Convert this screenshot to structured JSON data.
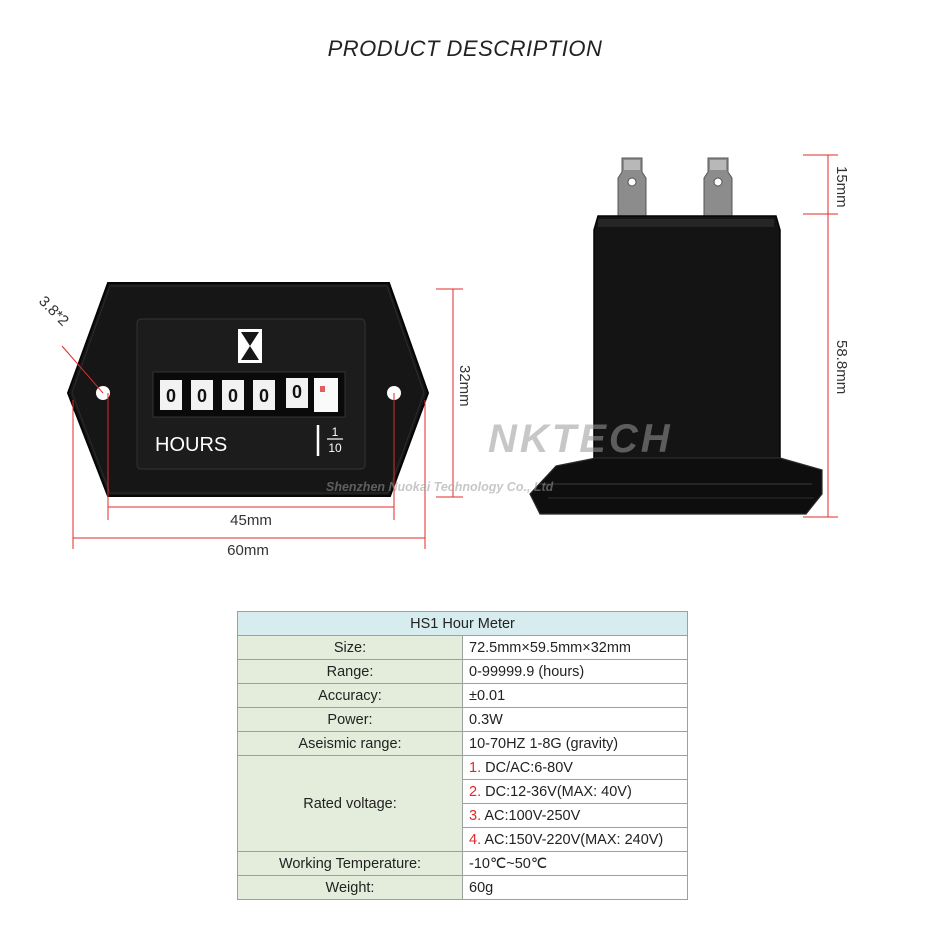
{
  "page": {
    "title": "PRODUCT DESCRIPTION"
  },
  "front": {
    "hole_label": "3.8*2",
    "height_label": "32mm",
    "hole_spacing_label": "45mm",
    "width_label": "60mm",
    "meter_label": "HOURS",
    "fraction_top": "1",
    "fraction_bottom": "10",
    "digits": [
      "0",
      "0",
      "0",
      "0",
      "0"
    ]
  },
  "side": {
    "terminal_label": "15mm",
    "body_label": "58.8mm",
    "watermark": "NKTECH",
    "watermark_sub": "Shenzhen Nuokai Technology Co., Ltd"
  },
  "spec_table": {
    "title": "HS1 Hour Meter",
    "rows": [
      {
        "label": "Size:",
        "value": "72.5mm×59.5mm×32mm"
      },
      {
        "label": "Range:",
        "value": "0-99999.9 (hours)"
      },
      {
        "label": "Accuracy:",
        "value": "±0.01"
      },
      {
        "label": "Power:",
        "value": "0.3W"
      },
      {
        "label": "Aseismic range:",
        "value": "10-70HZ 1-8G (gravity)"
      }
    ],
    "voltage": {
      "label": "Rated voltage:",
      "items": [
        {
          "num": "1.",
          "text": "DC/AC:6-80V"
        },
        {
          "num": "2.",
          "text": "DC:12-36V(MAX: 40V)"
        },
        {
          "num": "3.",
          "text": "AC:100V-250V"
        },
        {
          "num": "4.",
          "text": "AC:150V-220V(MAX: 240V)"
        }
      ]
    },
    "rows_after": [
      {
        "label": "Working Temperature:",
        "value": "-10℃~50℃"
      },
      {
        "label": "Weight:",
        "value": "60g"
      }
    ]
  },
  "colors": {
    "dimension_line": "#e02a2a",
    "table_header": "#d6ecef",
    "table_label": "#e4eddb",
    "meter_body": "#151515"
  }
}
